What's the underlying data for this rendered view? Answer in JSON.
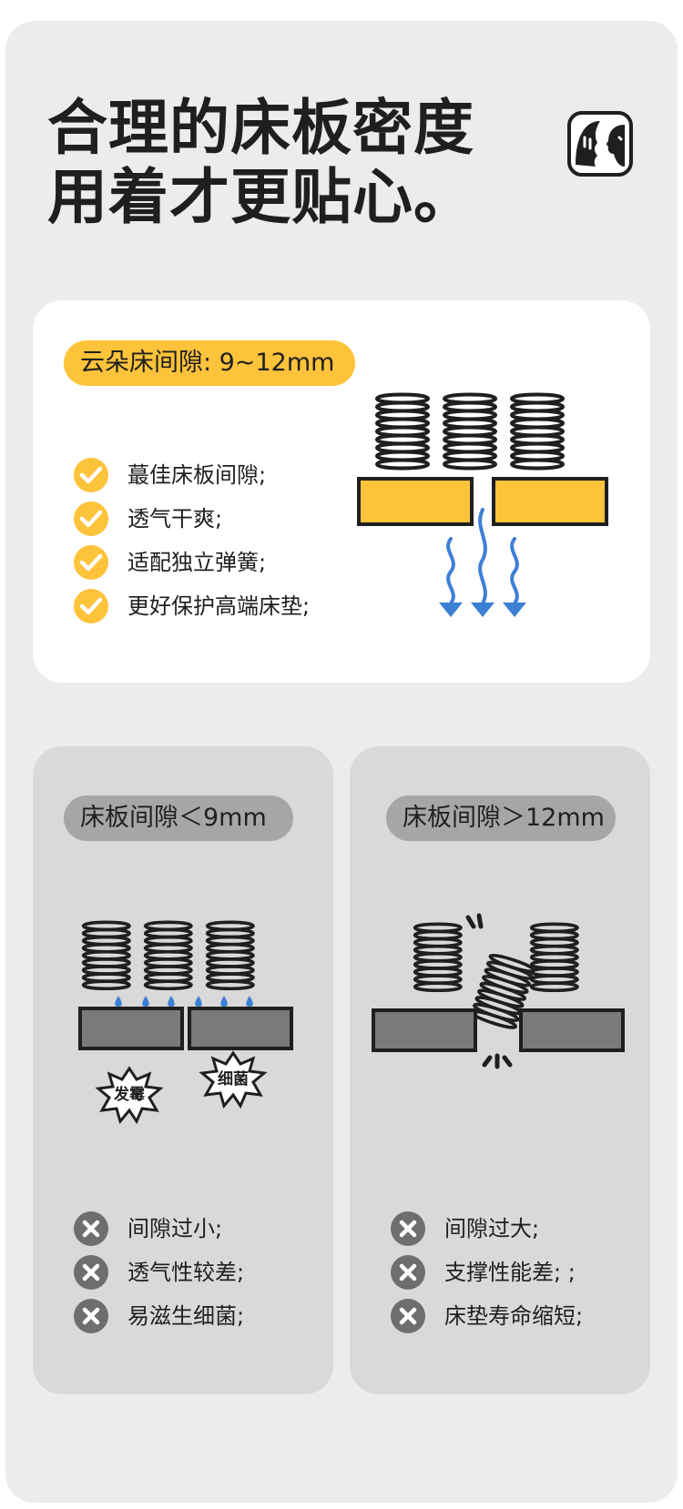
{
  "title": {
    "line1": "合理的床板密度",
    "line2": "用着才更贴心。"
  },
  "logo_icon": "face-silhouette-icon",
  "good_panel": {
    "badge": "云朵床间隙: 9~12mm",
    "items": [
      {
        "icon": "check-circle-icon",
        "text": "蕞佳床板间隙;"
      },
      {
        "icon": "check-circle-icon",
        "text": "透气干爽;"
      },
      {
        "icon": "check-circle-icon",
        "text": "适配独立弹簧;"
      },
      {
        "icon": "check-circle-icon",
        "text": "更好保护高端床垫;"
      }
    ]
  },
  "small_gap_panel": {
    "badge": "床板间隙＜9mm",
    "burst_labels": [
      "发霉",
      "细菌"
    ],
    "items": [
      {
        "icon": "x-circle-icon",
        "text": "间隙过小;"
      },
      {
        "icon": "x-circle-icon",
        "text": "透气性较差;"
      },
      {
        "icon": "x-circle-icon",
        "text": "易滋生细菌;"
      }
    ]
  },
  "large_gap_panel": {
    "badge": "床板间隙＞12mm",
    "items": [
      {
        "icon": "x-circle-icon",
        "text": "间隙过大;"
      },
      {
        "icon": "x-circle-icon",
        "text": "支撑性能差; ;"
      },
      {
        "icon": "x-circle-icon",
        "text": "床垫寿命缩短;"
      }
    ]
  },
  "colors": {
    "accent_yellow": "#fdc33a",
    "air_blue": "#3d7fd4",
    "board_gray": "#7a7a7a",
    "error_gray": "#6e6e6e"
  }
}
